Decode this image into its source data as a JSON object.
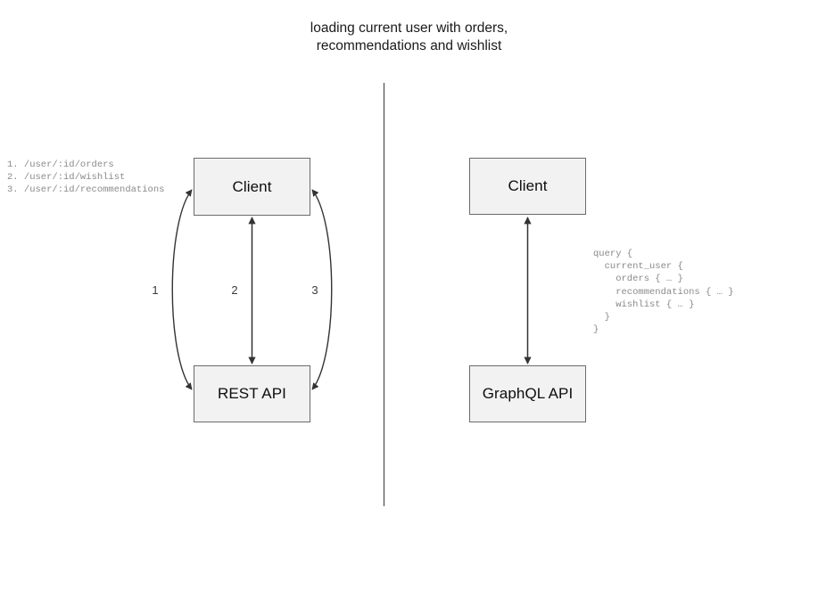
{
  "title": "loading current user with orders,\nrecommendations and wishlist",
  "divider": {
    "name": "vertical-divider",
    "color": "#555555"
  },
  "left_panel": {
    "name": "rest-comparison-panel",
    "nodes": [
      {
        "id": "client-rest",
        "label": "Client"
      },
      {
        "id": "rest-api",
        "label": "REST API"
      }
    ],
    "edges": [
      {
        "id": "edge-1",
        "label": "1",
        "shape": "curve-left",
        "direction": "bidirectional"
      },
      {
        "id": "edge-2",
        "label": "2",
        "shape": "straight",
        "direction": "bidirectional"
      },
      {
        "id": "edge-3",
        "label": "3",
        "shape": "curve-right",
        "direction": "bidirectional"
      }
    ],
    "endpoints_code": "1. /user/:id/orders\n2. /user/:id/wishlist\n3. /user/:id/recommendations"
  },
  "right_panel": {
    "name": "graphql-comparison-panel",
    "nodes": [
      {
        "id": "client-graphql",
        "label": "Client"
      },
      {
        "id": "graphql-api",
        "label": "GraphQL API"
      }
    ],
    "edges": [
      {
        "id": "edge-graphql",
        "shape": "straight",
        "direction": "bidirectional"
      }
    ],
    "query_code": "query {\n  current_user {\n    orders { … }\n    recommendations { … }\n    wishlist { … }\n  }\n}"
  },
  "colors": {
    "box_fill": "#f2f2f2",
    "box_border": "#6b6b6b",
    "arrow": "#333333",
    "code_text": "#8a8a8a"
  }
}
